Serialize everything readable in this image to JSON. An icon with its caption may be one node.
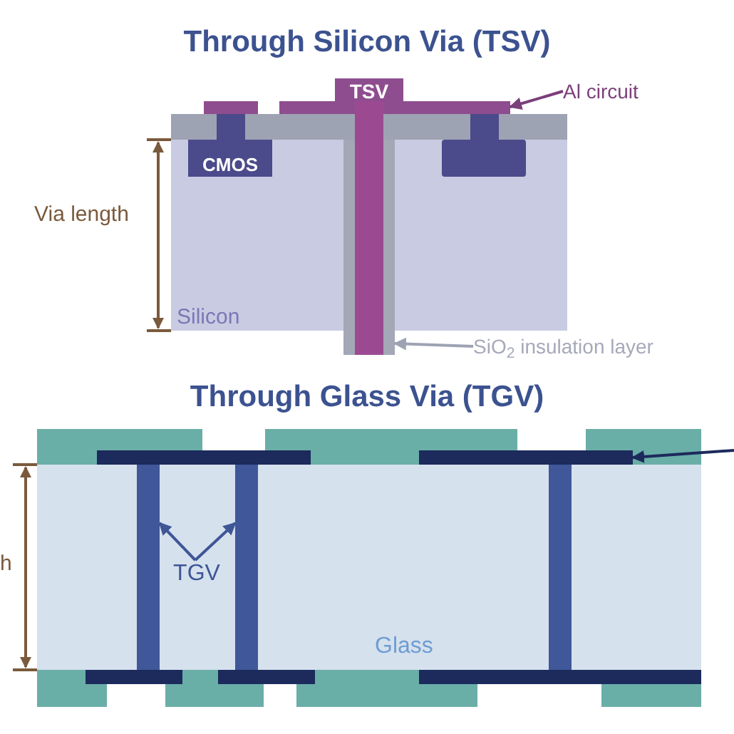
{
  "diagram": {
    "title": "Through Silicon Via (TSV)",
    "nodes": [
      {
        "text": [
          "TSV"
        ]
      },
      {
        "text": [
          "Al circuit"
        ]
      },
      {
        "text": [],
        "shape": "bar"
      },
      {
        "text": [
          "Silicon"
        ]
      },
      {
        "text": [
          "CMOS"
        ],
        "in": 3
      },
      {
        "text": [],
        "shape": "box",
        "in": 3
      },
      {
        "text": [
          "SiO$_{2}$ insulation layer"
        ]
      },
      {
        "text": [],
        "shape": "bar"
      },
      {
        "text": [
          "Glass"
        ]
      },
      {
        "text": [],
        "shape": "bar"
      },
      {
        "text": [],
        "shape": "bar"
      },
      {
        "text": [
          "TGV"
        ],
        "in": 8
      },
      {
        "text": [],
        "shape": "bar",
        "in": 8
      },
      {
        "text": [],
        "shape": "bar",
        "in": 8
      },
      {
        "text": [],
        "shape": "bar",
        "in": 8
      }
    ],
    "edges": [
      {
        "from": 1,
        "to": 2,
        "arrow": "to",
        "color": "#7b3f7c"
      },
      {
        "from": 6,
        "to": 7,
        "arrow": "to",
        "color": "#9ea3b3"
      },
      {
        "from": 11,
        "to": 12,
        "arrow": "to"
      },
      {
        "from": 11,
        "to": 13,
        "arrow": "to"
      },
      {
        "from": null,
        "to": 10,
        "arrow": "to",
        "color": "#1c2a5c"
      }
    ],
    "labels": [
      "Via length",
      "Through Glass Via (TGV)",
      "h"
    ]
  }
}
